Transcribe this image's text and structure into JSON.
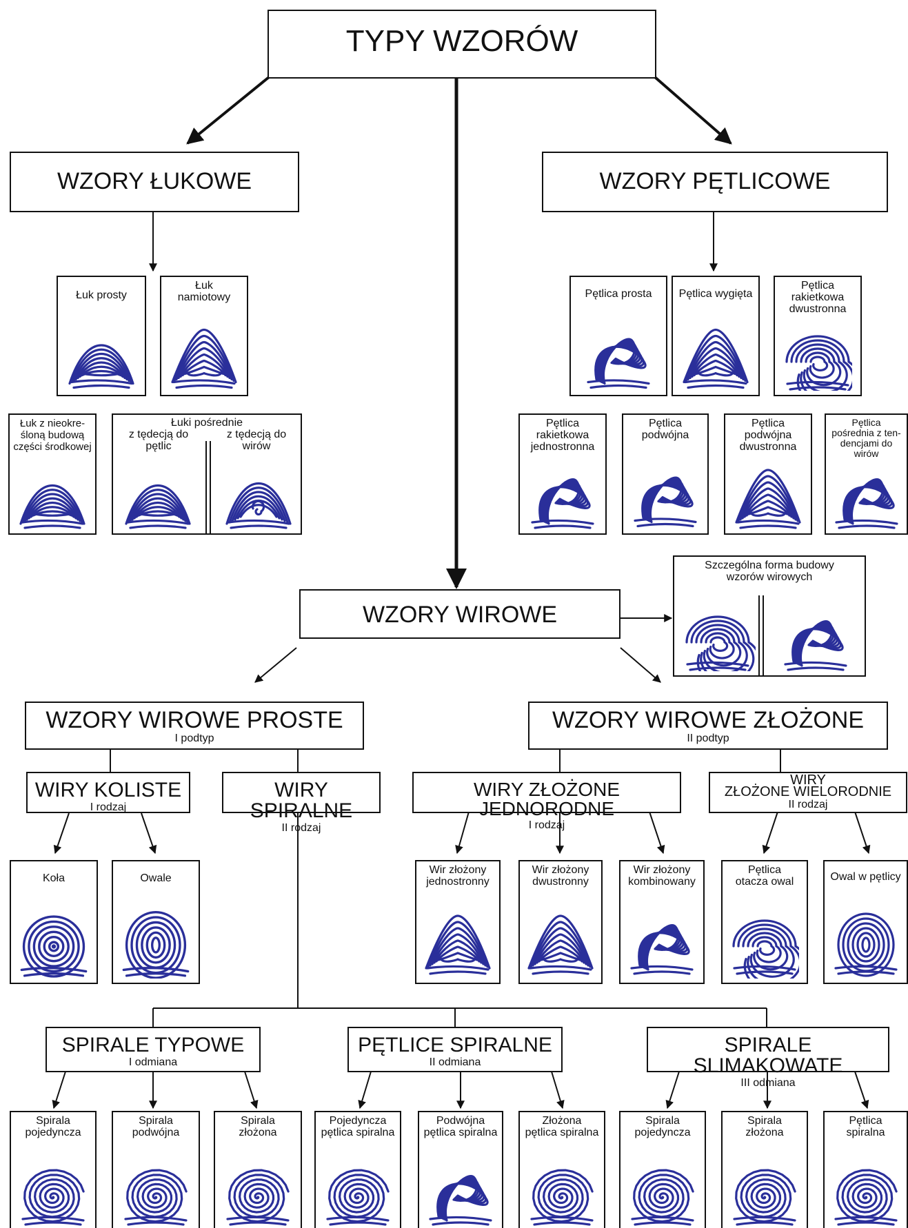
{
  "title": "TYPY WZORÓW",
  "arches": {
    "title": "WZORY ŁUKOWE",
    "cards": [
      "Łuk  prosty",
      "Łuk\nnamiotowy",
      "Łuk z nieokre-\nśloną budową\nczęści środkowej"
    ],
    "intermediate": {
      "title": "Łuki pośrednie",
      "left": "z tędecją do\npętlic",
      "right": "z tędecją do\nwirów"
    }
  },
  "loops": {
    "title": "WZORY PĘTLICOWE",
    "cards": [
      "Pętlica prosta",
      "Pętlica wygięta",
      "Pętlica\nrakietkowa\ndwustronna",
      "Pętlica\nrakietkowa\njednostronna",
      "Pętlica\npodwójna",
      "Pętlica\npodwójna\ndwustronna",
      "Pętlica\npośrednia z ten-\ndencjami do wirów"
    ]
  },
  "whorls": {
    "title": "WZORY WIROWE",
    "special": "Szczególna forma budowy\nwzorów wirowych",
    "simple": {
      "title": "WZORY WIROWE PROSTE",
      "sub": "I podtyp"
    },
    "complex": {
      "title": "WZORY WIROWE ZŁOŻONE",
      "sub": "II podtyp"
    },
    "circular": {
      "title": "WIRY KOLISTE",
      "sub": "I rodzaj",
      "cards": [
        "Koła",
        "Owale"
      ]
    },
    "spiral": {
      "title": "WIRY SPIRALNE",
      "sub": "II rodzaj"
    },
    "homogeneous": {
      "title": "WIRY ZŁOŻONE JEDNORODNE",
      "sub": "I rodzaj",
      "cards": [
        "Wir złożony\njednostronny",
        "Wir złożony\ndwustronny",
        "Wir złożony\nkombinowany"
      ]
    },
    "heterogeneous": {
      "title_top": "WIRY",
      "title": "ZŁOŻONE WIELORODNIE",
      "sub": "II rodzaj",
      "cards": [
        "Pętlica\notacza owal",
        "Owal w pętlicy"
      ]
    },
    "typical": {
      "title": "SPIRALE TYPOWE",
      "sub": "I odmiana",
      "cards": [
        "Spirala\npojedyncza",
        "Spirala\npodwójna",
        "Spirala\nzłożona"
      ]
    },
    "spiral_loops": {
      "title": "PĘTLICE SPIRALNE",
      "sub": "II odmiana",
      "cards": [
        "Pojedyncza\npętlica spiralna",
        "Podwójna\npętlica spiralna",
        "Złożona\npętlica spiralna"
      ]
    },
    "snail": {
      "title": "SPIRALE SLIMAKOWATE",
      "sub": "III odmiana",
      "cards": [
        "Spirala\npojedyncza",
        "Spirala\nzłożona",
        "Pętlica\nspiralna"
      ]
    }
  },
  "colors": {
    "ridge": "#2a2f9a",
    "line": "#111111"
  }
}
